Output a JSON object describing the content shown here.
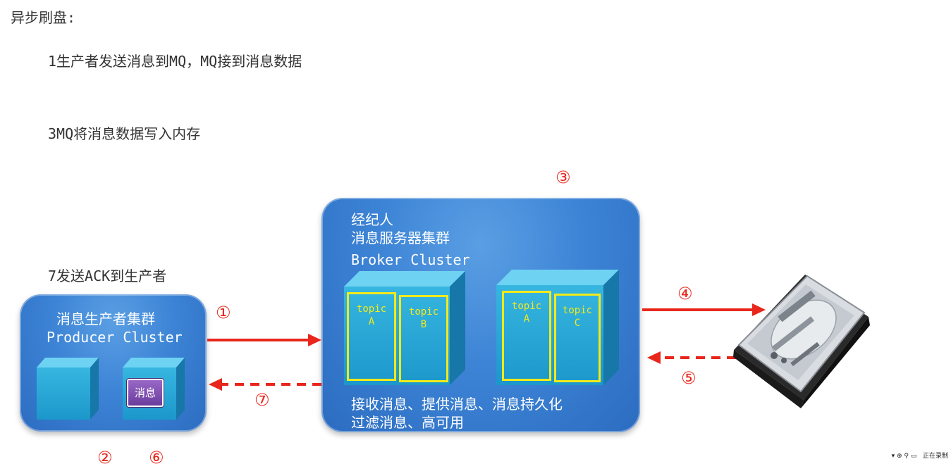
{
  "heading": "异步刷盘:",
  "steps": {
    "step1": "1生产者发送消息到MQ，MQ接到消息数据",
    "step3": "3MQ将消息数据写入内存",
    "step7": "7发送ACK到生产者"
  },
  "markers": {
    "m1": "①",
    "m2": "②",
    "m3": "③",
    "m4": "④",
    "m5": "⑤",
    "m6": "⑥",
    "m7": "⑦"
  },
  "producer": {
    "line1": "消息生产者集群",
    "line2": "Producer Cluster",
    "message_chip": "消息"
  },
  "broker": {
    "line1": "经纪人",
    "line2": "消息服务器集群",
    "line3": "Broker Cluster",
    "topics": [
      {
        "label": "topic",
        "name": "A"
      },
      {
        "label": "topic",
        "name": "B"
      },
      {
        "label": "topic",
        "name": "A"
      },
      {
        "label": "topic",
        "name": "C"
      }
    ],
    "footer1": "接收消息、提供消息、消息持久化",
    "footer2": "过滤消息、高可用"
  },
  "taskbar": {
    "recording": "正在录制"
  },
  "colors": {
    "arrow": "#e8261b",
    "cluster": "#3d84d6",
    "topic_border": "#f3ea1a"
  }
}
